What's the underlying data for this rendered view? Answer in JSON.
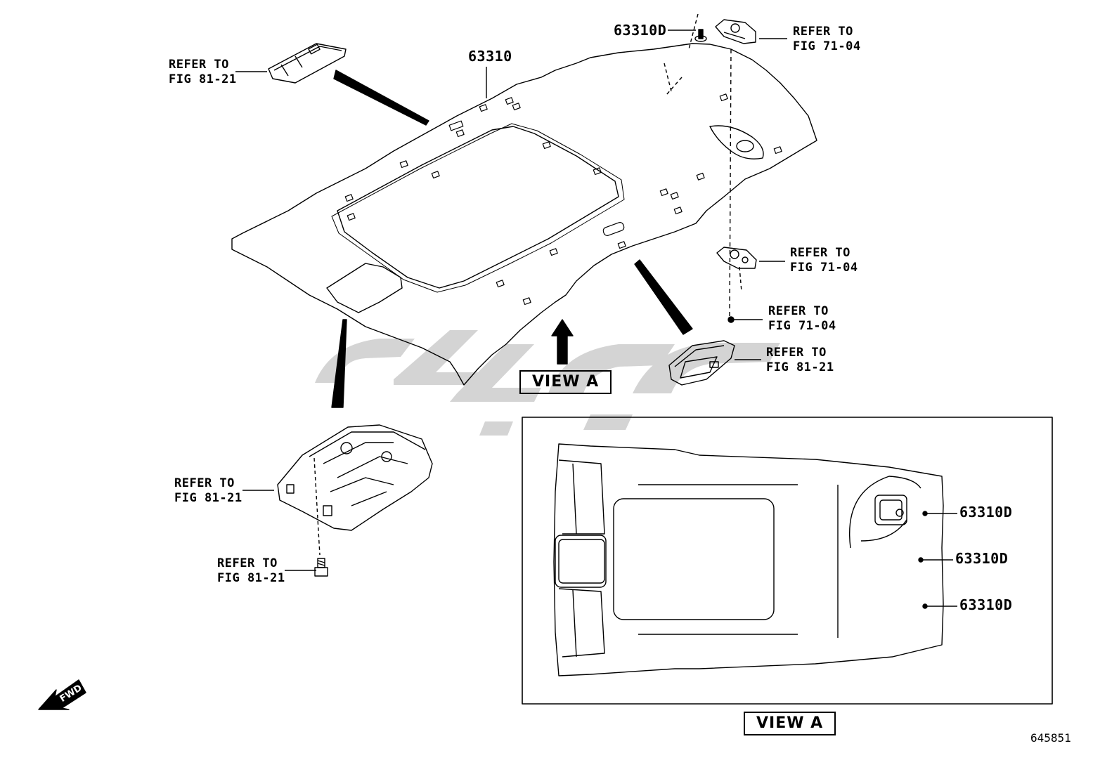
{
  "parts": {
    "headliner_main": "63310",
    "clip_top": "63310D",
    "view_a_clips": [
      "63310D",
      "63310D",
      "63310D"
    ]
  },
  "callouts": [
    {
      "line1": "REFER TO",
      "line2": "FIG 81-21"
    },
    {
      "line1": "REFER TO",
      "line2": "FIG 71-04"
    },
    {
      "line1": "REFER TO",
      "line2": "FIG 71-04"
    },
    {
      "line1": "REFER TO",
      "line2": "FIG 71-04"
    },
    {
      "line1": "REFER TO",
      "line2": "FIG 81-21"
    },
    {
      "line1": "REFER TO",
      "line2": "FIG 81-21"
    },
    {
      "line1": "REFER TO",
      "line2": "FIG 81-21"
    }
  ],
  "view_labels": {
    "main": "VIEW A",
    "inset": "VIEW A"
  },
  "direction_label": "FWD",
  "figure_number": "645851",
  "colors": {
    "line": "#000000",
    "watermark": "#d4d4d4",
    "background": "#ffffff"
  }
}
